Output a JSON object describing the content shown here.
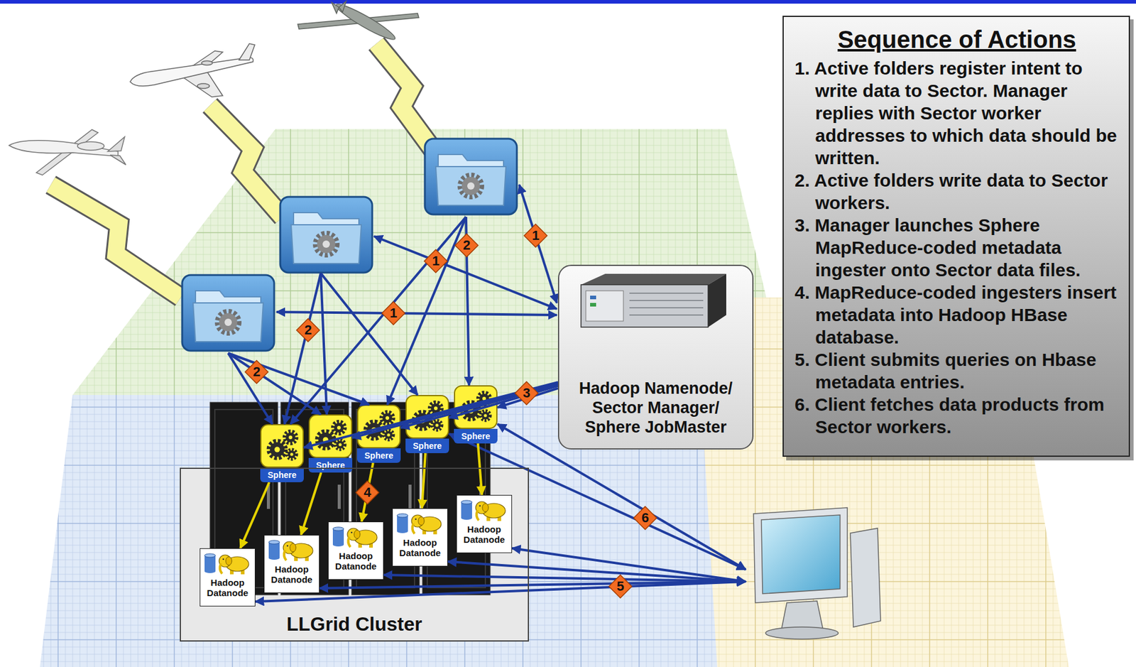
{
  "diagram": {
    "nodes": [
      {
        "text": [
          "Sequence of Actions",
          "1. Active folders register intent to write data to Sector. Manager replies with Sector worker addresses to which data should be written.",
          "2. Active folders write data to Sector workers.",
          "3. Manager launches Sphere MapReduce-coded metadata ingester onto Sector data files.",
          "4. MapReduce-coded ingesters insert metadata into Hadoop HBase database.",
          "5. Client submits queries on Hbase metadata entries.",
          "6. Client fetches data products from Sector workers."
        ]
      },
      {
        "text": [
          "Hadoop Namenode/ Sector Manager/ Sphere JobMaster"
        ]
      },
      {
        "text": [
          "Sphere"
        ]
      },
      {
        "text": [
          "Sphere"
        ]
      },
      {
        "text": [
          "Sphere"
        ]
      },
      {
        "text": [
          "Sphere"
        ]
      },
      {
        "text": [
          "Sphere"
        ]
      },
      {
        "text": [
          "LLGrid Cluster"
        ]
      },
      {
        "text": [
          "Hadoop Datanode"
        ],
        "in": 7
      },
      {
        "text": [
          "Hadoop Datanode"
        ],
        "in": 7
      },
      {
        "text": [
          "Hadoop Datanode"
        ],
        "in": 7
      },
      {
        "text": [
          "Hadoop Datanode"
        ],
        "in": 7
      },
      {
        "text": [
          "Hadoop Datanode"
        ],
        "in": 7
      }
    ],
    "edges": [
      {
        "from": 1,
        "to": 2,
        "arrow": "to"
      },
      {
        "from": 1,
        "to": 3,
        "arrow": "to"
      },
      {
        "from": 1,
        "to": 4,
        "arrow": "to",
        "label": "3"
      },
      {
        "from": 1,
        "to": 5,
        "arrow": "to"
      },
      {
        "from": 1,
        "to": 6,
        "arrow": "to"
      },
      {
        "from": 2,
        "to": 8,
        "arrow": "to"
      },
      {
        "from": 3,
        "to": 9,
        "arrow": "to"
      },
      {
        "from": 4,
        "to": 10,
        "arrow": "to",
        "label": "4"
      },
      {
        "from": 5,
        "to": 11,
        "arrow": "to"
      },
      {
        "from": 6,
        "to": 12,
        "arrow": "to"
      }
    ],
    "labels": [
      "1",
      "2",
      "1",
      "2",
      "1",
      "2",
      "6",
      "5"
    ]
  }
}
